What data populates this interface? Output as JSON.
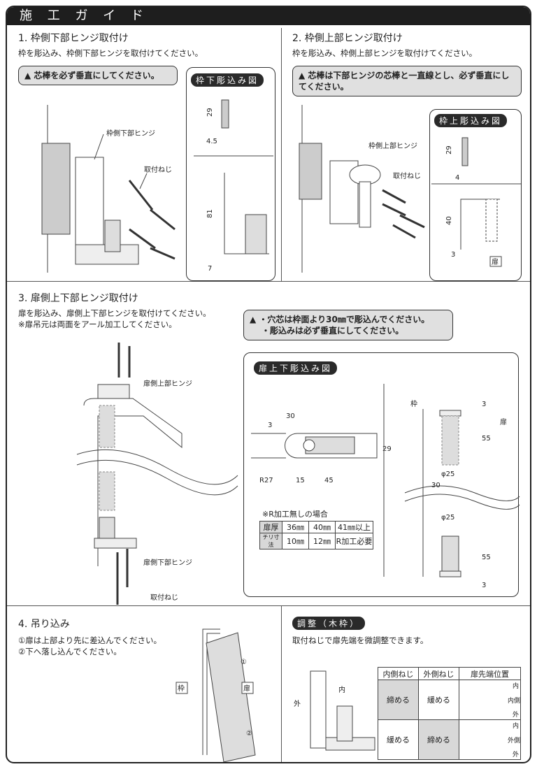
{
  "title": "施 工 ガ イ ド",
  "s1": {
    "heading": "1. 枠側下部ヒンジ取付け",
    "desc": "枠を彫込み、枠側下部ヒンジを取付けてください。",
    "warning": "芯棒を必ず垂直にしてください。",
    "fig_title": "枠下彫込み図",
    "label_hinge": "枠側下部ヒンジ",
    "label_screw": "取付ねじ",
    "dims": [
      "29",
      "4.5",
      "81",
      "7"
    ]
  },
  "s2": {
    "heading": "2. 枠側上部ヒンジ取付け",
    "desc": "枠を彫込み、枠側上部ヒンジを取付けてください。",
    "warning": "芯棒は下部ヒンジの芯棒と一直線とし、必ず垂直にしてください。",
    "fig_title": "枠上彫込み図",
    "label_hinge": "枠側上部ヒンジ",
    "label_screw": "取付ねじ",
    "dims": [
      "29",
      "4",
      "40",
      "3"
    ],
    "door_label": "扉"
  },
  "s3": {
    "heading": "3. 扉側上下部ヒンジ取付け",
    "desc1": "扉を彫込み、扉側上下部ヒンジを取付けてください。",
    "desc2": "※扉吊元は両面をアール加工してください。",
    "warning1": "・穴芯は枠面より30㎜で彫込んでください。",
    "warning2": "・彫込みは必ず垂直にしてください。",
    "label_upper": "扉側上部ヒンジ",
    "label_lower": "扉側下部ヒンジ",
    "label_screw": "取付ねじ",
    "fig_title": "扉上下彫込み図",
    "plan_dims": [
      "30",
      "3",
      "29",
      "R27",
      "15",
      "45"
    ],
    "side_dims": {
      "frame": "枠",
      "door": "扉",
      "t1": "3",
      "d1": "55",
      "phi1": "φ25",
      "w": "30",
      "phi2": "φ25",
      "d2": "55",
      "t2": "3"
    },
    "note": "※R加工無しの場合",
    "table": [
      [
        "扉厚",
        "36㎜",
        "40㎜",
        "41㎜以上"
      ],
      [
        "チリ寸法",
        "10㎜",
        "12㎜",
        "R加工必要"
      ]
    ]
  },
  "s4": {
    "heading": "4. 吊り込み",
    "step1": "①扉は上部より先に差込んでください。",
    "step2": "②下へ落し込んでください。",
    "frame": "枠",
    "door": "扉",
    "n1": "①",
    "n2": "②"
  },
  "adj": {
    "title": "調整（木枠）",
    "desc": "取付ねじで扉先端を微調整できます。",
    "in": "内",
    "out": "外",
    "headers": [
      "内側ねじ",
      "外側ねじ",
      "扉先端位置"
    ],
    "rows": [
      {
        "inner": "締める",
        "outer": "緩める",
        "pos": "内側"
      },
      {
        "inner": "緩める",
        "outer": "締める",
        "pos": "外側"
      }
    ],
    "in_mark": "内",
    "out_mark": "外"
  }
}
